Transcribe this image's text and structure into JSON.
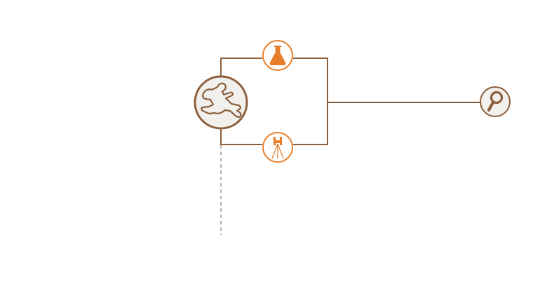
{
  "diagram": {
    "nodes": [
      {
        "id": "crime-scene",
        "icon": "body-outline-icon",
        "role": "source"
      },
      {
        "id": "forensic-lab",
        "icon": "lab-flask-icon",
        "role": "branch"
      },
      {
        "id": "surveying",
        "icon": "tripod-camera-icon",
        "role": "branch"
      },
      {
        "id": "investigation",
        "icon": "magnifier-icon",
        "role": "target"
      }
    ],
    "edges": [
      {
        "from": "crime-scene",
        "to": "forensic-lab",
        "style": "solid"
      },
      {
        "from": "crime-scene",
        "to": "surveying",
        "style": "solid"
      },
      {
        "from": "forensic-lab",
        "to": "investigation",
        "style": "solid"
      },
      {
        "from": "surveying",
        "to": "investigation",
        "style": "solid"
      },
      {
        "from": "crime-scene",
        "to": "continuation",
        "style": "dashed"
      }
    ]
  },
  "colors": {
    "line": "#8B5E3C",
    "accent": "#E87E2A",
    "node_fill": "#F1F0EC",
    "dashed": "#9A9A9A",
    "background": "#FFFFFF"
  }
}
